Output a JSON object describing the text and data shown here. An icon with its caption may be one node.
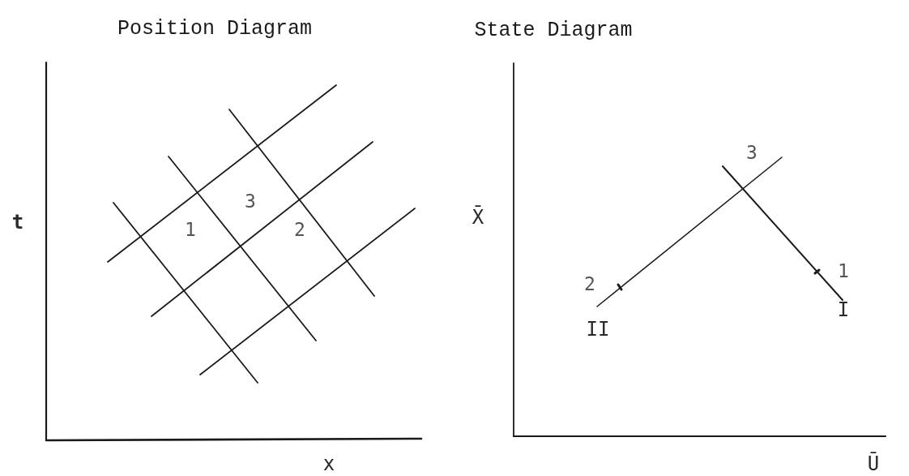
{
  "diagram": {
    "labels": [
      "Position Diagram",
      "State Diagram",
      "3",
      "3",
      "t",
      "1",
      "2",
      "X̄",
      "2",
      "1",
      "II",
      "I",
      "x",
      "Ū"
    ]
  }
}
